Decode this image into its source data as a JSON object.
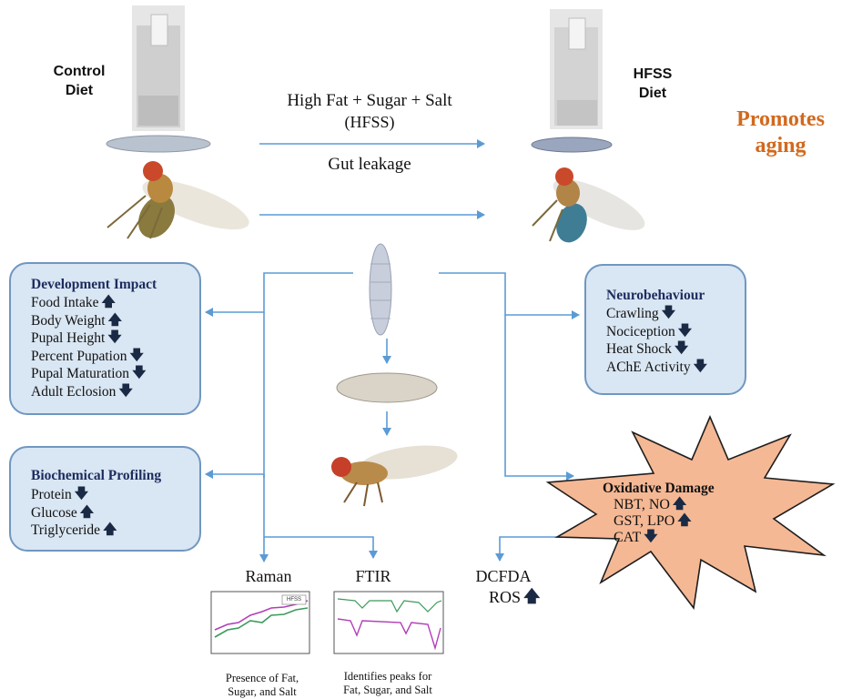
{
  "header": {
    "control_label": "Control\nDiet",
    "hfss_label": "HFSS\nDiet",
    "arrow_text_1": "High Fat + Sugar + Salt",
    "arrow_text_2": "(HFSS)",
    "arrow_text_3": "Gut leakage",
    "promotes_aging": "Promotes\naging"
  },
  "development": {
    "title": "Development Impact",
    "items": [
      {
        "label": "Food Intake",
        "dir": "up"
      },
      {
        "label": "Body Weight",
        "dir": "up"
      },
      {
        "label": "Pupal Height",
        "dir": "down"
      },
      {
        "label": "Percent Pupation",
        "dir": "down"
      },
      {
        "label": "Pupal Maturation",
        "dir": "down"
      },
      {
        "label": "Adult Eclosion",
        "dir": "down"
      }
    ]
  },
  "biochemical": {
    "title": "Biochemical Profiling",
    "items": [
      {
        "label": "Protein",
        "dir": "down"
      },
      {
        "label": "Glucose",
        "dir": "up"
      },
      {
        "label": "Triglyceride",
        "dir": "up"
      }
    ]
  },
  "neuro": {
    "title": "Neurobehaviour",
    "items": [
      {
        "label": "Crawling",
        "dir": "down"
      },
      {
        "label": "Nociception",
        "dir": "down"
      },
      {
        "label": "Heat Shock",
        "dir": "down"
      },
      {
        "label": "AChE Activity",
        "dir": "down"
      }
    ]
  },
  "oxidative": {
    "title": "Oxidative Damage",
    "items": [
      {
        "label": "NBT, NO",
        "dir": "up"
      },
      {
        "label": "GST, LPO",
        "dir": "up"
      },
      {
        "label": "CAT",
        "dir": "down"
      }
    ]
  },
  "bottom": {
    "raman_label": "Raman",
    "ftir_label": "FTIR",
    "dcfda_label": "DCFDA",
    "ros_label": "ROS",
    "raman_caption": "Presence of Fat,\nSugar, and Salt",
    "ftir_caption": "Identifies peaks for\nFat, Sugar, and Salt",
    "raman_legend": "HFSS"
  },
  "colors": {
    "arrow": "#5b9bd5",
    "box_fill": "#d9e6f3",
    "box_border": "#6f97c0",
    "title_blue": "#1d2c5e",
    "promotes": "#d2691e",
    "star_fill": "#f5b894"
  }
}
